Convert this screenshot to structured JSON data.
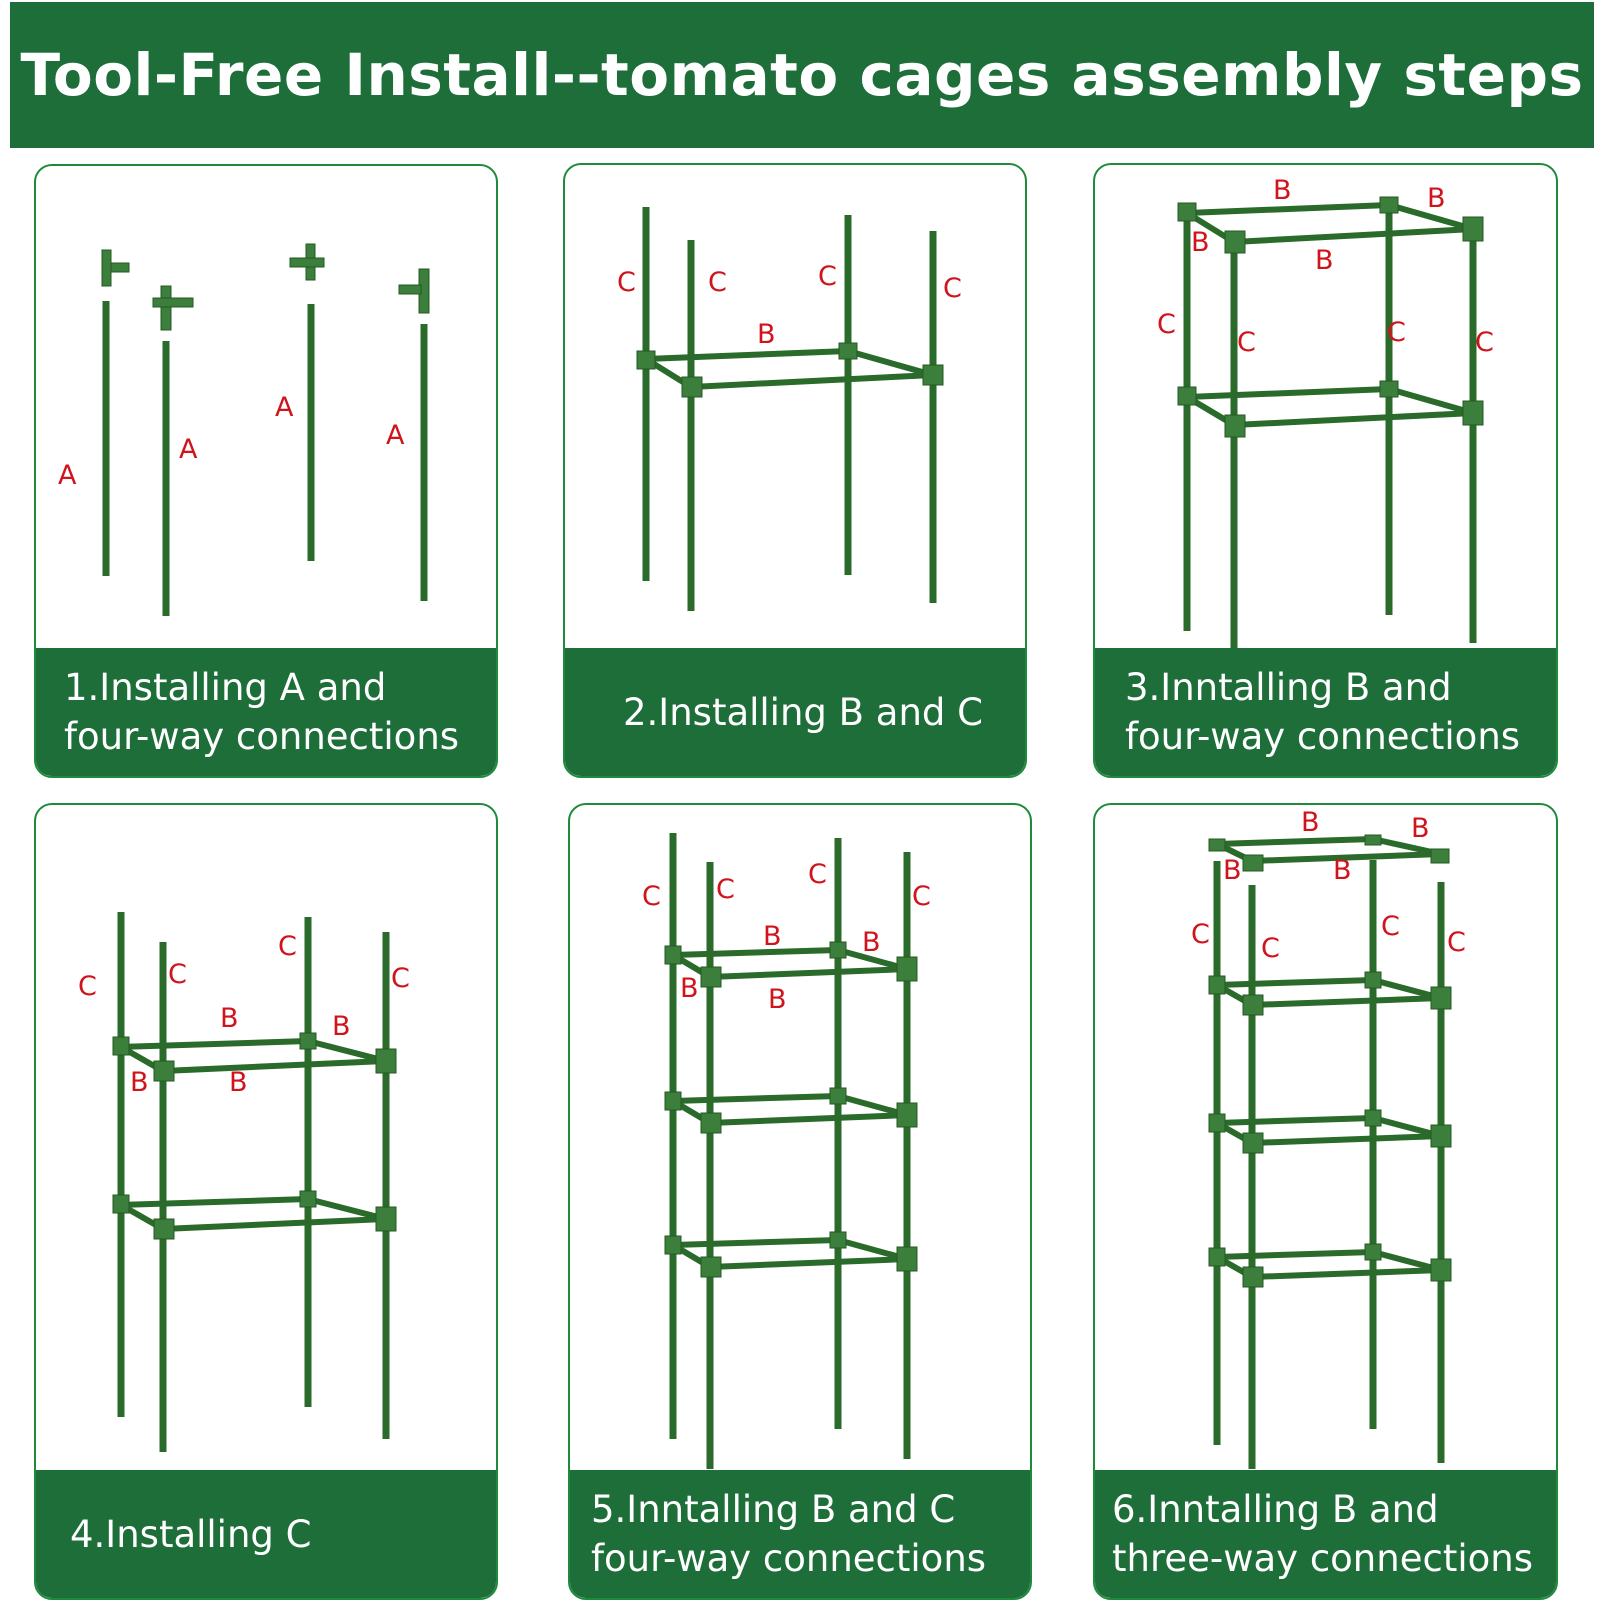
{
  "header": {
    "title": "Tool-Free Install--tomato cages assembly steps"
  },
  "colors": {
    "brand_green": "#1e6e3a",
    "card_border": "#1e8a3c",
    "label_red": "#d0141c",
    "pole_green": "#2a6a2a"
  },
  "steps": [
    {
      "caption_line1": "1.Installing A and",
      "caption_line2": "four-way connections",
      "labels": [
        "A",
        "A",
        "A",
        "A"
      ]
    },
    {
      "caption_line1": "2.Installing B and C",
      "caption_line2": "",
      "labels": [
        "C",
        "C",
        "C",
        "C",
        "B"
      ]
    },
    {
      "caption_line1": "3.Inntalling B and",
      "caption_line2": "four-way connections",
      "labels": [
        "B",
        "B",
        "B",
        "B",
        "C",
        "C",
        "C",
        "C"
      ]
    },
    {
      "caption_line1": "4.Installing C",
      "caption_line2": "",
      "labels": [
        "C",
        "C",
        "C",
        "C",
        "B",
        "B",
        "B",
        "B"
      ]
    },
    {
      "caption_line1": "5.Inntalling B and C",
      "caption_line2": "four-way connections",
      "labels": [
        "C",
        "C",
        "C",
        "C",
        "B",
        "B",
        "B",
        "B"
      ]
    },
    {
      "caption_line1": "6.Inntalling B and",
      "caption_line2": "three-way connections",
      "labels": [
        "B",
        "B",
        "B",
        "B",
        "C",
        "C",
        "C",
        "C"
      ]
    }
  ]
}
